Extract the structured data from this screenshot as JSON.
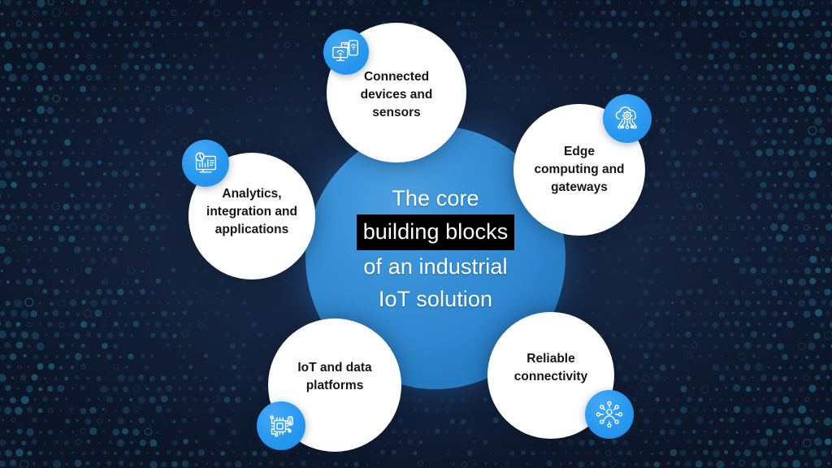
{
  "graphic": {
    "type": "hub-and-spoke-diagram",
    "center": {
      "line1": "The core",
      "line2_highlighted": "building blocks",
      "line3": "of an industrial",
      "line4": "IoT solution",
      "background_color": "#2f87cf",
      "text_color": "#ffffff",
      "highlight_background": "#000000"
    },
    "background": {
      "color": "#101c33",
      "pattern": "halftone-dots",
      "dot_colors": [
        "#1d5f78",
        "#17506b",
        "#1b4a6b",
        "#20708c",
        "#164258"
      ]
    },
    "accent_color": "#1b8de8",
    "nodes": [
      {
        "id": "connected-devices",
        "label_line1": "Connected",
        "label_line2": "devices and",
        "label_line3": "sensors",
        "icon": "devices-wifi-icon"
      },
      {
        "id": "edge-computing",
        "label_line1": "Edge",
        "label_line2": "computing and",
        "label_line3": "gateways",
        "icon": "cloud-gear-icon"
      },
      {
        "id": "reliable-connectivity",
        "label_line1": "Reliable",
        "label_line2": "connectivity",
        "label_line3": "",
        "icon": "network-nodes-icon"
      },
      {
        "id": "iot-data-platforms",
        "label_line1": "IoT and data",
        "label_line2": "platforms",
        "label_line3": "",
        "icon": "microchip-icon"
      },
      {
        "id": "analytics-integration",
        "label_line1": "Analytics,",
        "label_line2": "integration and",
        "label_line3": "applications",
        "icon": "analytics-monitor-icon"
      }
    ]
  }
}
